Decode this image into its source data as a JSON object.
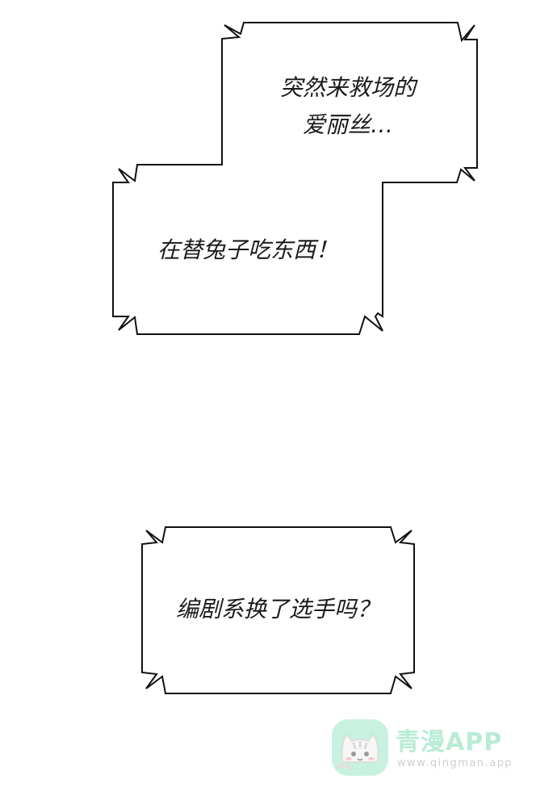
{
  "bubbles": {
    "top": {
      "line1": "突然来救场的",
      "line2": "爱丽丝…"
    },
    "middle": {
      "line1": "在替兔子吃东西！"
    },
    "bottom": {
      "line1": "编剧系换了选手吗？"
    }
  },
  "watermark": {
    "icon": "cat-icon",
    "title": "青漫APP",
    "url": "www.qingman.app",
    "color": "#b8ecd6"
  }
}
